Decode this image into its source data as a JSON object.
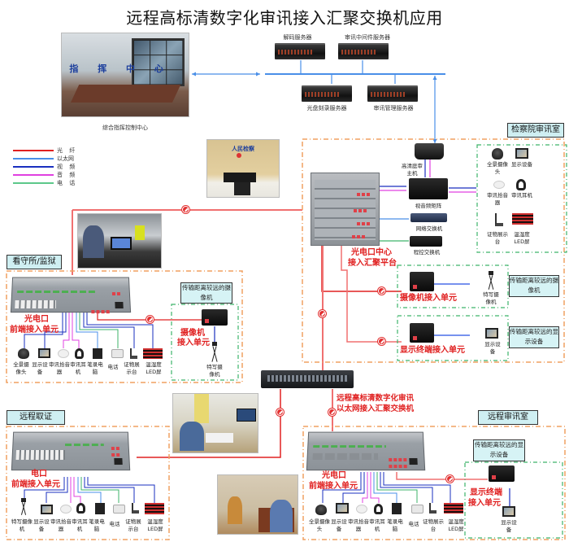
{
  "title": "远程高标清数字化审讯接入汇聚交换机应用",
  "command_center": {
    "photo_sign": "指 挥 中 心",
    "caption": "综合指挥控制中心"
  },
  "servers": [
    {
      "label": "解码服务器"
    },
    {
      "label": "审讯中间件服务器"
    },
    {
      "label": "光盘刻录服务器"
    },
    {
      "label": "审讯管理服务器"
    }
  ],
  "legend": [
    {
      "label": "光    纤",
      "color": "#e02020"
    },
    {
      "label": "以太网",
      "color": "#4a8fe8"
    },
    {
      "label": "视    频",
      "color": "#1a2fbf"
    },
    {
      "label": "音    频",
      "color": "#e040e0"
    },
    {
      "label": "电    话",
      "color": "#5cc88a"
    }
  ],
  "colors": {
    "fiber": "#e02020",
    "fiber_light": "#f07070",
    "ethernet": "#4a8fe8",
    "video": "#1a2fbf",
    "audio": "#e040e0",
    "phone": "#3db36a",
    "room_border": "#f0a060",
    "note_bg": "#d6f3f5"
  },
  "procuratorate": {
    "label": "检察院审讯室",
    "photo_sign": "人民检察",
    "devices": {
      "host": "高清庭审主机",
      "matrix": "视音频矩阵",
      "network_switch": "网络交换机",
      "pbx": "程控交换机"
    },
    "room_devices": [
      {
        "label": "全景摄像头"
      },
      {
        "label": "显示设备"
      },
      {
        "label": "审讯拾音器"
      },
      {
        "label": "审讯耳机"
      },
      {
        "label": "证物展示台"
      },
      {
        "label": "温湿度LED屏"
      }
    ],
    "platform_label_1": "光电口中心",
    "platform_label_2": "接入汇聚平台",
    "camera_unit_label": "摄像机接入单元",
    "camera_device": "特写摄像机",
    "camera_note": "传输距离较远的摄像机",
    "display_unit_label": "显示终端接入单元",
    "display_device": "显示设备",
    "display_note": "传输距离较远的显示设备"
  },
  "detention": {
    "label": "看守所/监狱",
    "front_label_1": "光电口",
    "front_label_2": "前端接入单元",
    "devices": [
      {
        "label": "全景摄像头"
      },
      {
        "label": "显示设备"
      },
      {
        "label": "审讯拾音器"
      },
      {
        "label": "审讯耳机"
      },
      {
        "label": "笔录电脑"
      },
      {
        "label": "电话"
      },
      {
        "label": "证物展示台"
      },
      {
        "label": "温湿度LED屏"
      }
    ],
    "note": "传输距离较远的摄像机",
    "unit_label_1": "摄像机",
    "unit_label_2": "接入单元",
    "camera_device": "特写摄像机"
  },
  "core_switch": {
    "label_1": "远程高标清数字化审讯",
    "label_2": "以太网接入汇聚交换机"
  },
  "remote_evidence": {
    "label": "远程取证",
    "front_label_1": "电口",
    "front_label_2": "前端接入单元",
    "devices": [
      {
        "label": "特写摄像机"
      },
      {
        "label": "显示设备"
      },
      {
        "label": "审讯拾音器"
      },
      {
        "label": "审讯耳机"
      },
      {
        "label": "笔录电脑"
      },
      {
        "label": "电话"
      },
      {
        "label": "证物展示台"
      },
      {
        "label": "温湿度LED屏"
      }
    ]
  },
  "remote_interrogation": {
    "label": "远程审讯室",
    "front_label_1": "光电口",
    "front_label_2": "前端接入单元",
    "devices": [
      {
        "label": "全景摄像头"
      },
      {
        "label": "显示设备"
      },
      {
        "label": "审讯拾音器"
      },
      {
        "label": "审讯耳机"
      },
      {
        "label": "笔录电脑"
      },
      {
        "label": "电话"
      },
      {
        "label": "证物展示台"
      },
      {
        "label": "温湿度LED屏"
      }
    ],
    "note": "传输距离较远的显示设备",
    "unit_label_1": "显示终端",
    "unit_label_2": "接入单元",
    "display_device": "显示设备"
  }
}
